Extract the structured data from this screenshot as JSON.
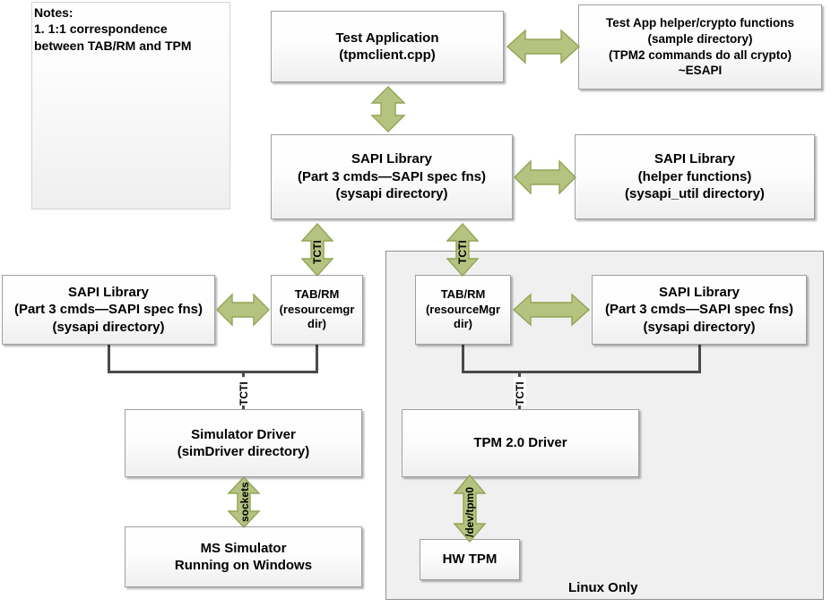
{
  "notes": {
    "title": "Notes:",
    "items": [
      "1.  1:1 correspondence",
      "between TAB/RM and TPM"
    ]
  },
  "boxes": {
    "test_application": {
      "lines": [
        "Test Application",
        "(tpmclient.cpp)"
      ]
    },
    "test_app_helper": {
      "lines": [
        "Test App helper/crypto functions",
        "(sample directory)",
        "(TPM2 commands do all crypto)",
        "~ESAPI"
      ]
    },
    "sapi_main": {
      "lines": [
        "SAPI Library",
        "(Part 3 cmds—SAPI spec fns)",
        "(sysapi directory)"
      ]
    },
    "sapi_helper": {
      "lines": [
        "SAPI Library",
        "(helper functions)",
        "(sysapi_util directory)"
      ]
    },
    "sapi_windows": {
      "lines": [
        "SAPI Library",
        "(Part 3 cmds—SAPI spec fns)",
        "(sysapi directory)"
      ]
    },
    "tabrm_windows": {
      "lines": [
        "TAB/RM",
        "(resourcemgr",
        "dir)"
      ]
    },
    "tabrm_linux": {
      "lines": [
        "TAB/RM",
        "(resourceMgr",
        "dir)"
      ]
    },
    "sapi_linux": {
      "lines": [
        "SAPI Library",
        "(Part 3 cmds—SAPI spec fns)",
        "(sysapi directory)"
      ]
    },
    "simulator_driver": {
      "lines": [
        "Simulator Driver",
        "(simDriver directory)"
      ]
    },
    "ms_simulator": {
      "lines": [
        "MS Simulator",
        "Running on Windows"
      ]
    },
    "tpm_driver": {
      "lines": [
        "TPM 2.0 Driver"
      ]
    },
    "hw_tpm": {
      "lines": [
        "HW TPM"
      ]
    }
  },
  "container": {
    "linux_only_label": "Linux Only"
  },
  "connector_labels": {
    "tcti_app_sapi_left": "TCTI",
    "tcti_app_sapi_right": "TCTI",
    "tcti_windows_driver": "TCTI",
    "tcti_linux_driver": "TCTI",
    "sockets": "sockets",
    "dev_tpm0": "/dev/tpm0"
  },
  "colors": {
    "arrow_fill": "#b5c380",
    "arrow_stroke": "#94a354",
    "box_border": "#a0a0a0",
    "line": "#4a4a4a",
    "container_bg": "#f0f0f0",
    "text": "#000000"
  }
}
